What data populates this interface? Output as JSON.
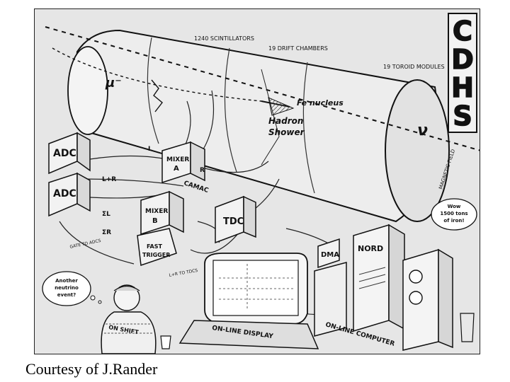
{
  "image": {
    "logo_letters": [
      "C",
      "D",
      "H",
      "S"
    ],
    "labels": {
      "scintillators": "1240 SCINTILLATORS",
      "drift_chambers": "19 DRIFT CHAMBERS",
      "toroid_modules": "19 TOROID MODULES",
      "muon": "μ⁻",
      "fe_nucleus": "Fe nucleus",
      "hadron": "Hadron",
      "shower": "Shower",
      "neutrino": "ν",
      "magnetic_field": "MAGNETIC FIELD",
      "adc_top": "ADC",
      "adc_bottom": "ADC",
      "mixer_a_line1": "MIXER",
      "mixer_a_line2": "A",
      "mixer_b_line1": "MIXER",
      "mixer_b_line2": "B",
      "l_plus_r": "L+R",
      "l": "L",
      "r": "R",
      "camac": "CAMAC",
      "sigma_l": "ΣL",
      "sigma_r": "ΣR",
      "tdc": "TDC",
      "dma": "DMA",
      "nord": "NORD",
      "fast_trigger_line1": "FAST",
      "fast_trigger_line2": "TRIGGER",
      "gate_to_adcs": "GATE TO ADCS",
      "ltr_to_tdcs": "L+R TO TDCS",
      "online_display": "ON-LINE DISPLAY",
      "online_computer": "ON-LINE COMPUTER",
      "bubble_line1": "Another",
      "bubble_line2": "neutrino",
      "bubble_line3": "event?",
      "wow_line1": "Wow",
      "wow_line2": "1500 tons",
      "wow_line3": "of iron!",
      "on_shift": "ON SHIFT"
    }
  },
  "caption": "Courtesy of J.Rander"
}
